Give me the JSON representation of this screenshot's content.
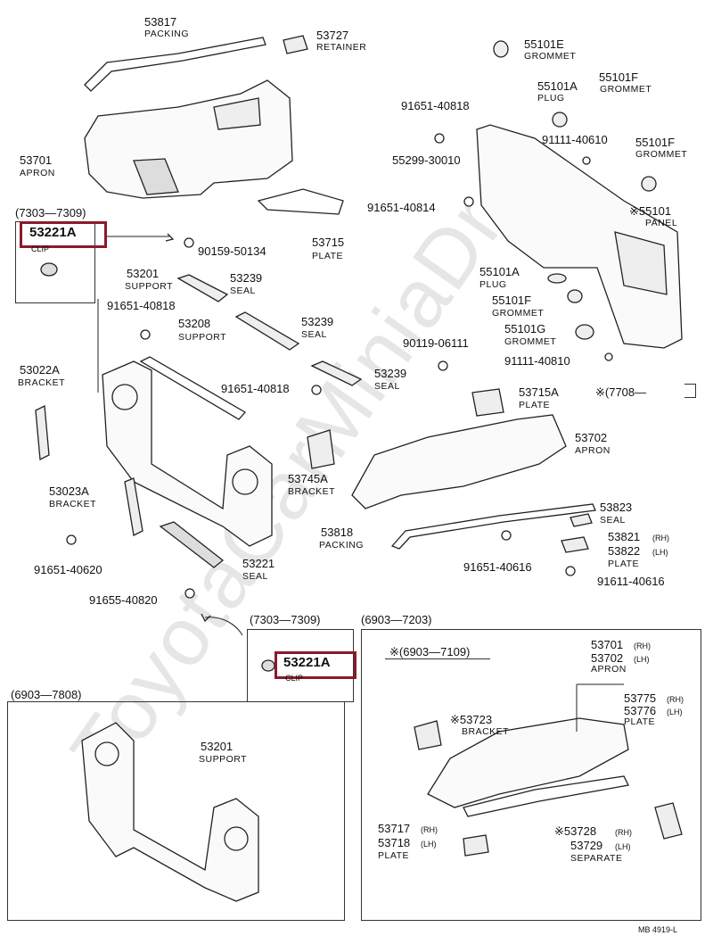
{
  "watermark": "ToyotaCarMiniaDr",
  "ref": "MB 4919-L",
  "labels": {
    "p53817": "53817",
    "n53817": "PACKING",
    "p53727": "53727",
    "n53727": "RETAINER",
    "p53701": "53701",
    "n53701": "APRON",
    "r1": "(7303—7309)",
    "h1": "53221A",
    "c1": "CLIP",
    "p90159": "90159-50134",
    "p53715": "53715",
    "n53715": "PLATE",
    "p53201": "53201",
    "n53201": "SUPPORT",
    "p53239a": "53239",
    "n53239a": "SEAL",
    "p91651a": "91651-40818",
    "p53208": "53208",
    "n53208": "SUPPORT",
    "p53239b": "53239",
    "n53239b": "SEAL",
    "p53022A": "53022A",
    "n53022A": "BRACKET",
    "p91651b": "91651-40818",
    "p53239c": "53239",
    "n53239c": "SEAL",
    "p53745A": "53745A",
    "n53745A": "BRACKET",
    "p53023A": "53023A",
    "n53023A": "BRACKET",
    "p91651c": "91651-40620",
    "p53221": "53221",
    "n53221": "SEAL",
    "p91655": "91655-40820",
    "r2": "(7303—7309)",
    "h2": "53221A",
    "c2": "CLIP",
    "r3": "(6903—7808)",
    "p53201b": "53201",
    "n53201b": "SUPPORT",
    "p55101E": "55101E",
    "n55101E": "GROMMET",
    "p55101A": "55101A",
    "n55101A": "PLUG",
    "p55101F": "55101F",
    "n55101F": "GROMMET",
    "p91651d": "91651-40818",
    "p91111a": "91111-40610",
    "p55101Fb": "55101F",
    "n55101Fb": "GROMMET",
    "p55299": "55299-30010",
    "p91651e": "91651-40814",
    "p55101": "※55101",
    "n55101": "PANEL",
    "p55101Ab": "55101A",
    "n55101Ab": "PLUG",
    "p55101Fc": "55101F",
    "n55101Fc": "GROMMET",
    "p55101G": "55101G",
    "n55101G": "GROMMET",
    "p90119": "90119-06111",
    "p91111b": "91111-40810",
    "p53715A": "53715A",
    "n53715A": "PLATE",
    "r4": "※(7708—",
    "p53702": "53702",
    "n53702": "APRON",
    "p53823": "53823",
    "n53823": "SEAL",
    "p53818": "53818",
    "n53818": "PACKING",
    "p53821": "53821",
    "s53821": "(RH)",
    "p53822": "53822",
    "s53822": "(LH)",
    "n53822": "PLATE",
    "p91651f": "91651-40616",
    "p91611": "91611-40616",
    "r5": "(6903—7203)",
    "r6": "※(6903—7109)",
    "p53701b": "53701",
    "s53701b": "(RH)",
    "p53702b": "53702",
    "s53702b": "(LH)",
    "n53702b": "APRON",
    "p53775": "53775",
    "s53775": "(RH)",
    "p53776": "53776",
    "s53776": "(LH)",
    "n53776": "PLATE",
    "p53723": "※53723",
    "n53723": "BRACKET",
    "p53717": "53717",
    "s53717": "(RH)",
    "p53718": "53718",
    "s53718": "(LH)",
    "n53718": "PLATE",
    "p53728": "※53728",
    "s53728": "(RH)",
    "p53729": "53729",
    "s53729": "(LH)",
    "n53729": "SEPARATE"
  }
}
